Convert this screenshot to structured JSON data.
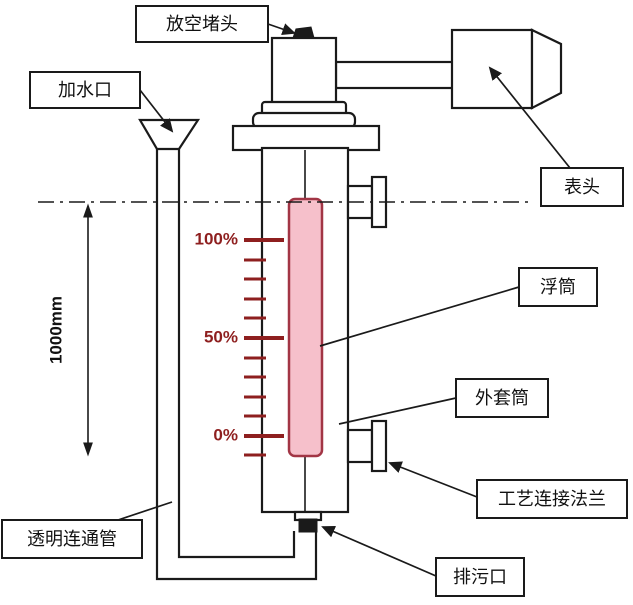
{
  "diagram": {
    "callouts": {
      "vent_plug": "放空堵头",
      "water_inlet": "加水口",
      "meter_head": "表头",
      "float": "浮筒",
      "outer_sleeve": "外套筒",
      "process_flange": "工艺连接法兰",
      "drain_port": "排污口",
      "transparent_tube": "透明连通管"
    },
    "dimension_label": "1000mm",
    "scale": {
      "p100": "100%",
      "p50": "50%",
      "p0": "0%"
    },
    "colors": {
      "line": "#1a1a1a",
      "scale_red": "#8e1f1f",
      "float_fill": "#f6c0cb",
      "float_stroke": "#a23545",
      "background": "#ffffff"
    }
  }
}
